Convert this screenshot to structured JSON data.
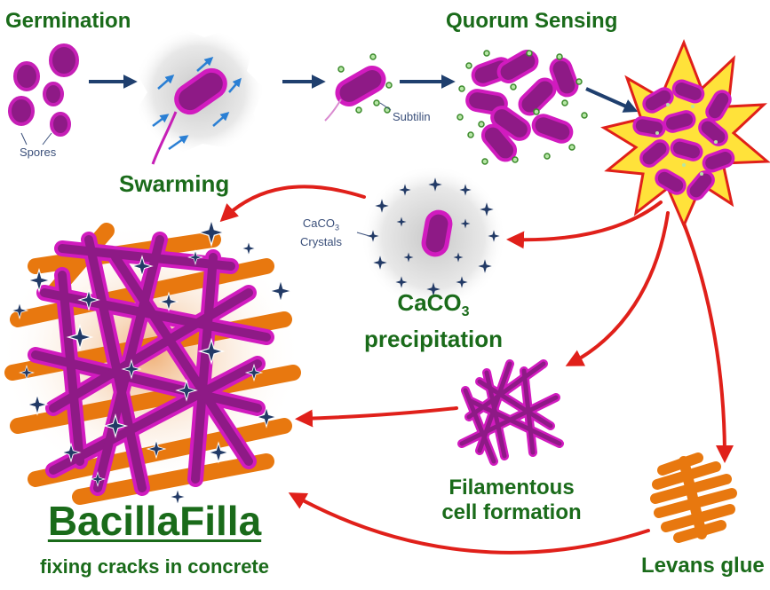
{
  "stages": {
    "germination": "Germination",
    "quorum_sensing": "Quorum Sensing",
    "swarming": "Swarming",
    "caco3_precipitation": {
      "prefix": "CaCO",
      "sub": "3",
      "suffix": "precipitation"
    },
    "filamentous": [
      "Filamentous",
      "cell formation"
    ],
    "levans_glue": "Levans glue"
  },
  "annotations": {
    "spores": "Spores",
    "subtilin": "Subtilin",
    "crystals": {
      "prefix": "CaCO",
      "sub": "3",
      "line2": "Crystals"
    }
  },
  "title": {
    "name": "BacillaFilla",
    "tagline": "fixing cracks in concrete"
  },
  "colors": {
    "label_green": "#1a6b1a",
    "cell_purple": "#8e1a86",
    "cell_magenta": "#d11bbf",
    "arrow_red": "#e0201a",
    "arrow_navy": "#1f3f6e",
    "levans_orange": "#e8780f",
    "crystal_navy": "#223a66",
    "burst_yellow": "#ffe23a"
  }
}
